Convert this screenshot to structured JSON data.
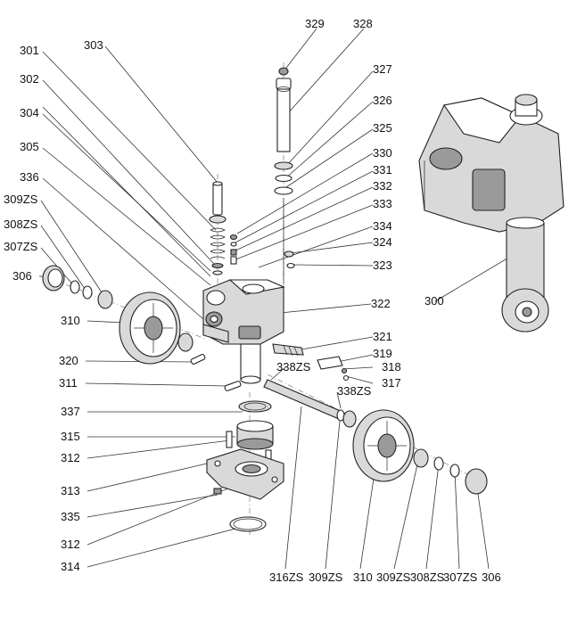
{
  "diagram": {
    "part_labels": {
      "p300": "300",
      "p301": "301",
      "p302": "302",
      "p303": "303",
      "p304": "304",
      "p305": "305",
      "p306_left": "306",
      "p306_right": "306",
      "p307zs_left": "307ZS",
      "p307zs_right": "307ZS",
      "p308zs_left": "308ZS",
      "p308zs_right": "308ZS",
      "p309zs_left": "309ZS",
      "p309zs_mid": "309ZS",
      "p309zs_right": "309ZS",
      "p310_left": "310",
      "p310_right": "310",
      "p311": "311",
      "p312_a": "312",
      "p312_b": "312",
      "p313": "313",
      "p314": "314",
      "p315": "315",
      "p316zs": "316ZS",
      "p317": "317",
      "p318": "318",
      "p319": "319",
      "p320": "320",
      "p321": "321",
      "p322": "322",
      "p323": "323",
      "p324": "324",
      "p325": "325",
      "p326": "326",
      "p327": "327",
      "p328": "328",
      "p329": "329",
      "p330": "330",
      "p331": "331",
      "p332": "332",
      "p333": "333",
      "p334": "334",
      "p335": "335",
      "p336": "336",
      "p337": "337",
      "p338zs_a": "338ZS",
      "p338zs_b": "338ZS"
    }
  }
}
